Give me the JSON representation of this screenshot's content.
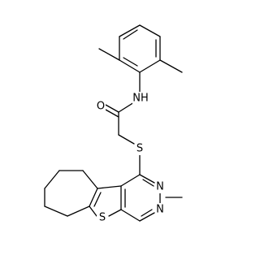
{
  "molecule": {
    "atoms": {
      "nh": "NH",
      "o": "O",
      "s_thioether": "S",
      "n_upper": "N",
      "n_lower": "N",
      "s_ring": "S"
    }
  }
}
